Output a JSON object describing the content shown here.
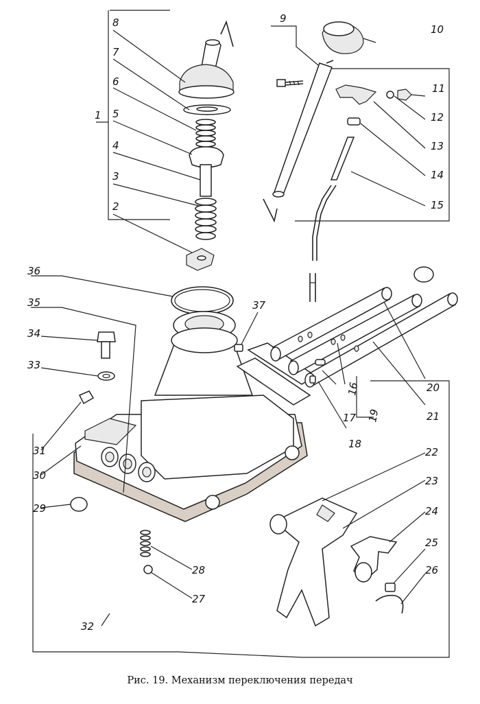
{
  "caption": "Рис. 19. Механизм переключения передач",
  "labels": {
    "n1": "1",
    "n2": "2",
    "n3": "3",
    "n4": "4",
    "n5": "5",
    "n6": "6",
    "n7": "7",
    "n8": "8",
    "n9": "9",
    "n10": "10",
    "n11": "11",
    "n12": "12",
    "n13": "13",
    "n14": "14",
    "n15": "15",
    "n16": "16",
    "n17": "17",
    "n18": "18",
    "n19": "19",
    "n20": "20",
    "n21": "21",
    "n22": "22",
    "n23": "23",
    "n24": "24",
    "n25": "25",
    "n26": "26",
    "n27": "27",
    "n28": "28",
    "n29": "29",
    "n30": "30",
    "n31": "31",
    "n32": "32",
    "n33": "33",
    "n34": "34",
    "n35": "35",
    "n36": "36",
    "n37": "37"
  }
}
